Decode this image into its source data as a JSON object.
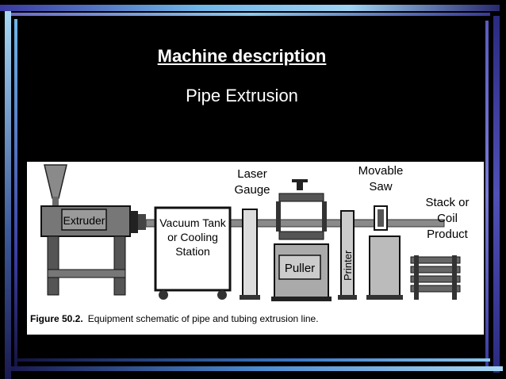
{
  "slide": {
    "title": "Machine description",
    "subtitle": "Pipe Extrusion"
  },
  "diagram": {
    "labels": {
      "extruder": "Extruder",
      "vacuum_tank_line1": "Vacuum Tank",
      "vacuum_tank_line2": "or Cooling",
      "vacuum_tank_line3": "Station",
      "laser_line1": "Laser",
      "laser_line2": "Gauge",
      "puller": "Puller",
      "printer": "Printer",
      "saw_line1": "Movable",
      "saw_line2": "Saw",
      "stack_line1": "Stack or",
      "stack_line2": "Coil",
      "stack_line3": "Product"
    },
    "caption_prefix": "Figure 50.2.",
    "caption_text": "Equipment schematic of pipe and tubing extrusion line."
  }
}
